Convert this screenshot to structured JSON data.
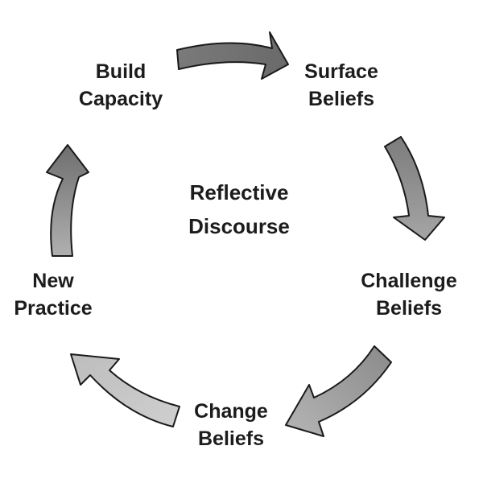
{
  "diagram": {
    "center": {
      "line1": "Reflective",
      "line2": "Discourse"
    },
    "stages": [
      {
        "line1": "Build",
        "line2": "Capacity"
      },
      {
        "line1": "Surface",
        "line2": "Beliefs"
      },
      {
        "line1": "Challenge",
        "line2": "Beliefs"
      },
      {
        "line1": "Change",
        "line2": "Beliefs"
      },
      {
        "line1": "New",
        "line2": "Practice"
      }
    ],
    "colors": {
      "arrow_dark": "#6e6e6e",
      "arrow_mid": "#8f8f8f",
      "arrow_light": "#c6c6c6",
      "arrow_stroke": "#1a1a1a",
      "text": "#1c1c1c"
    }
  }
}
